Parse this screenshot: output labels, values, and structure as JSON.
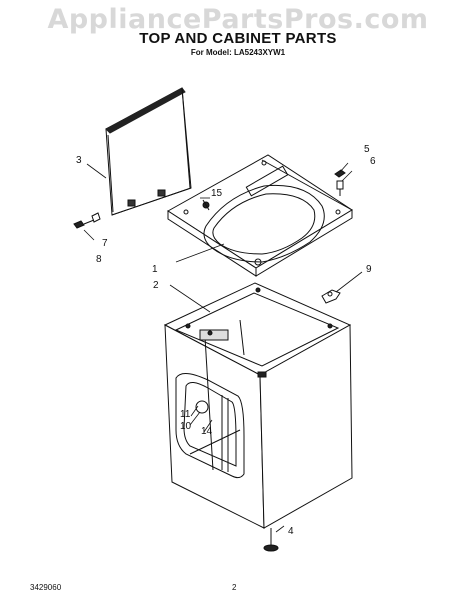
{
  "watermark": "AppliancePartsPros.com",
  "title": "TOP AND CABINET PARTS",
  "subtitle": "For Model: LA5243XYW1",
  "footer": {
    "doc_number": "3429060",
    "page_number": "2"
  },
  "callouts": {
    "c1": "1",
    "c2": "2",
    "c3": "3",
    "c4": "4",
    "c5": "5",
    "c6": "6",
    "c7": "7",
    "c8": "8",
    "c9": "9",
    "c10": "10",
    "c11": "11",
    "c14": "14",
    "c15": "15"
  }
}
